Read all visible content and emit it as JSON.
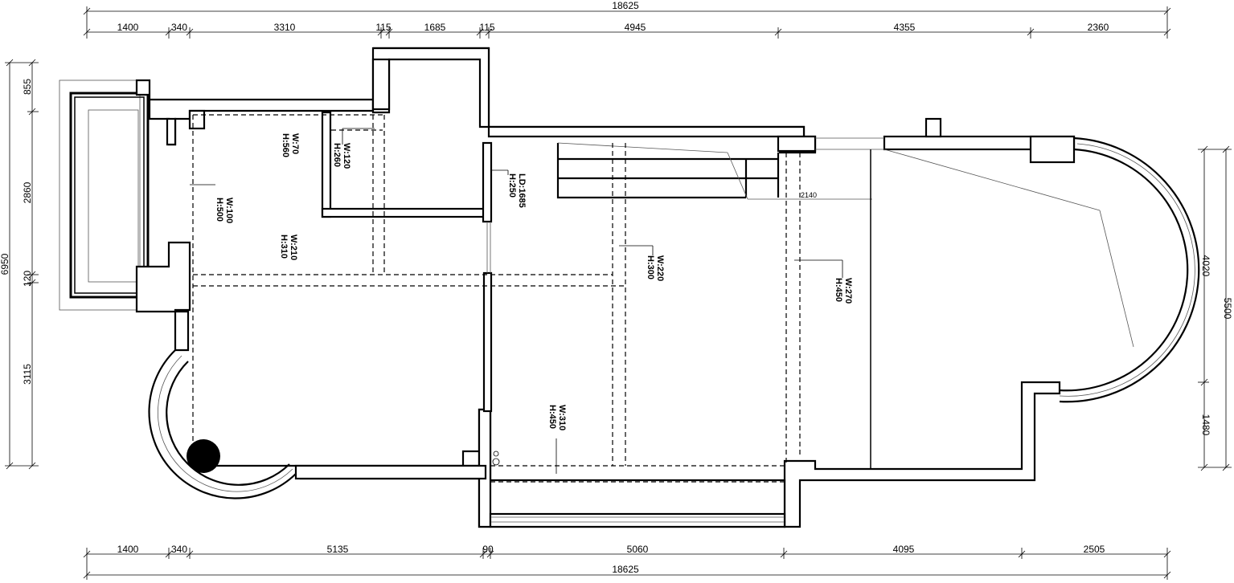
{
  "top_dims": {
    "overall": "18625",
    "segments": [
      "1400",
      "340",
      "3310",
      "115",
      "1685",
      "115",
      "4945",
      "4355",
      "2360"
    ]
  },
  "bottom_dims": {
    "overall": "18625",
    "segments": [
      "1400",
      "340",
      "5135",
      "90",
      "5060",
      "4095",
      "2505"
    ]
  },
  "left_dims": {
    "overall": "6950",
    "segments": [
      "855",
      "2860",
      "120",
      "3115"
    ]
  },
  "right_dims": {
    "overall": "5500",
    "segments": [
      "4020",
      "1480"
    ]
  },
  "beam_tags": [
    {
      "w": "W:70",
      "h": "H:560"
    },
    {
      "w": "W:120",
      "h": "H:260"
    },
    {
      "w": "W:100",
      "h": "H:500"
    },
    {
      "w": "W:210",
      "h": "H:310"
    },
    {
      "w": "LD:1685",
      "h": "H:250"
    },
    {
      "w": "W:220",
      "h": "H:300"
    },
    {
      "w": "W:270",
      "h": "H:450"
    },
    {
      "w": "W:310",
      "h": "H:450"
    }
  ],
  "stair_label": "2140"
}
